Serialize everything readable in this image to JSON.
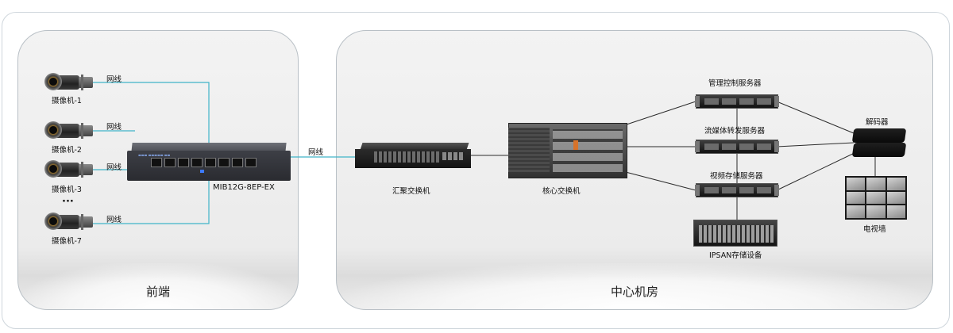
{
  "panels": {
    "front_title": "前端",
    "center_title": "中心机房"
  },
  "cameras": [
    "摄像机-1",
    "摄像机-2",
    "摄像机-3",
    "摄像机-7"
  ],
  "ellipsis": "···",
  "cable_label": "网线",
  "switch_model": "MIB12G-8EP-EX",
  "aggregation_switch": "汇聚交换机",
  "core_switch": "核心交换机",
  "servers": [
    "管理控制服务器",
    "流媒体转发服务器",
    "视频存储服务器"
  ],
  "storage": "IPSAN存储设备",
  "decoder": "解码器",
  "tv_wall": "电视墙",
  "colors": {
    "lan_cable": "#40b4c8",
    "link_line": "#2b2b2b"
  }
}
